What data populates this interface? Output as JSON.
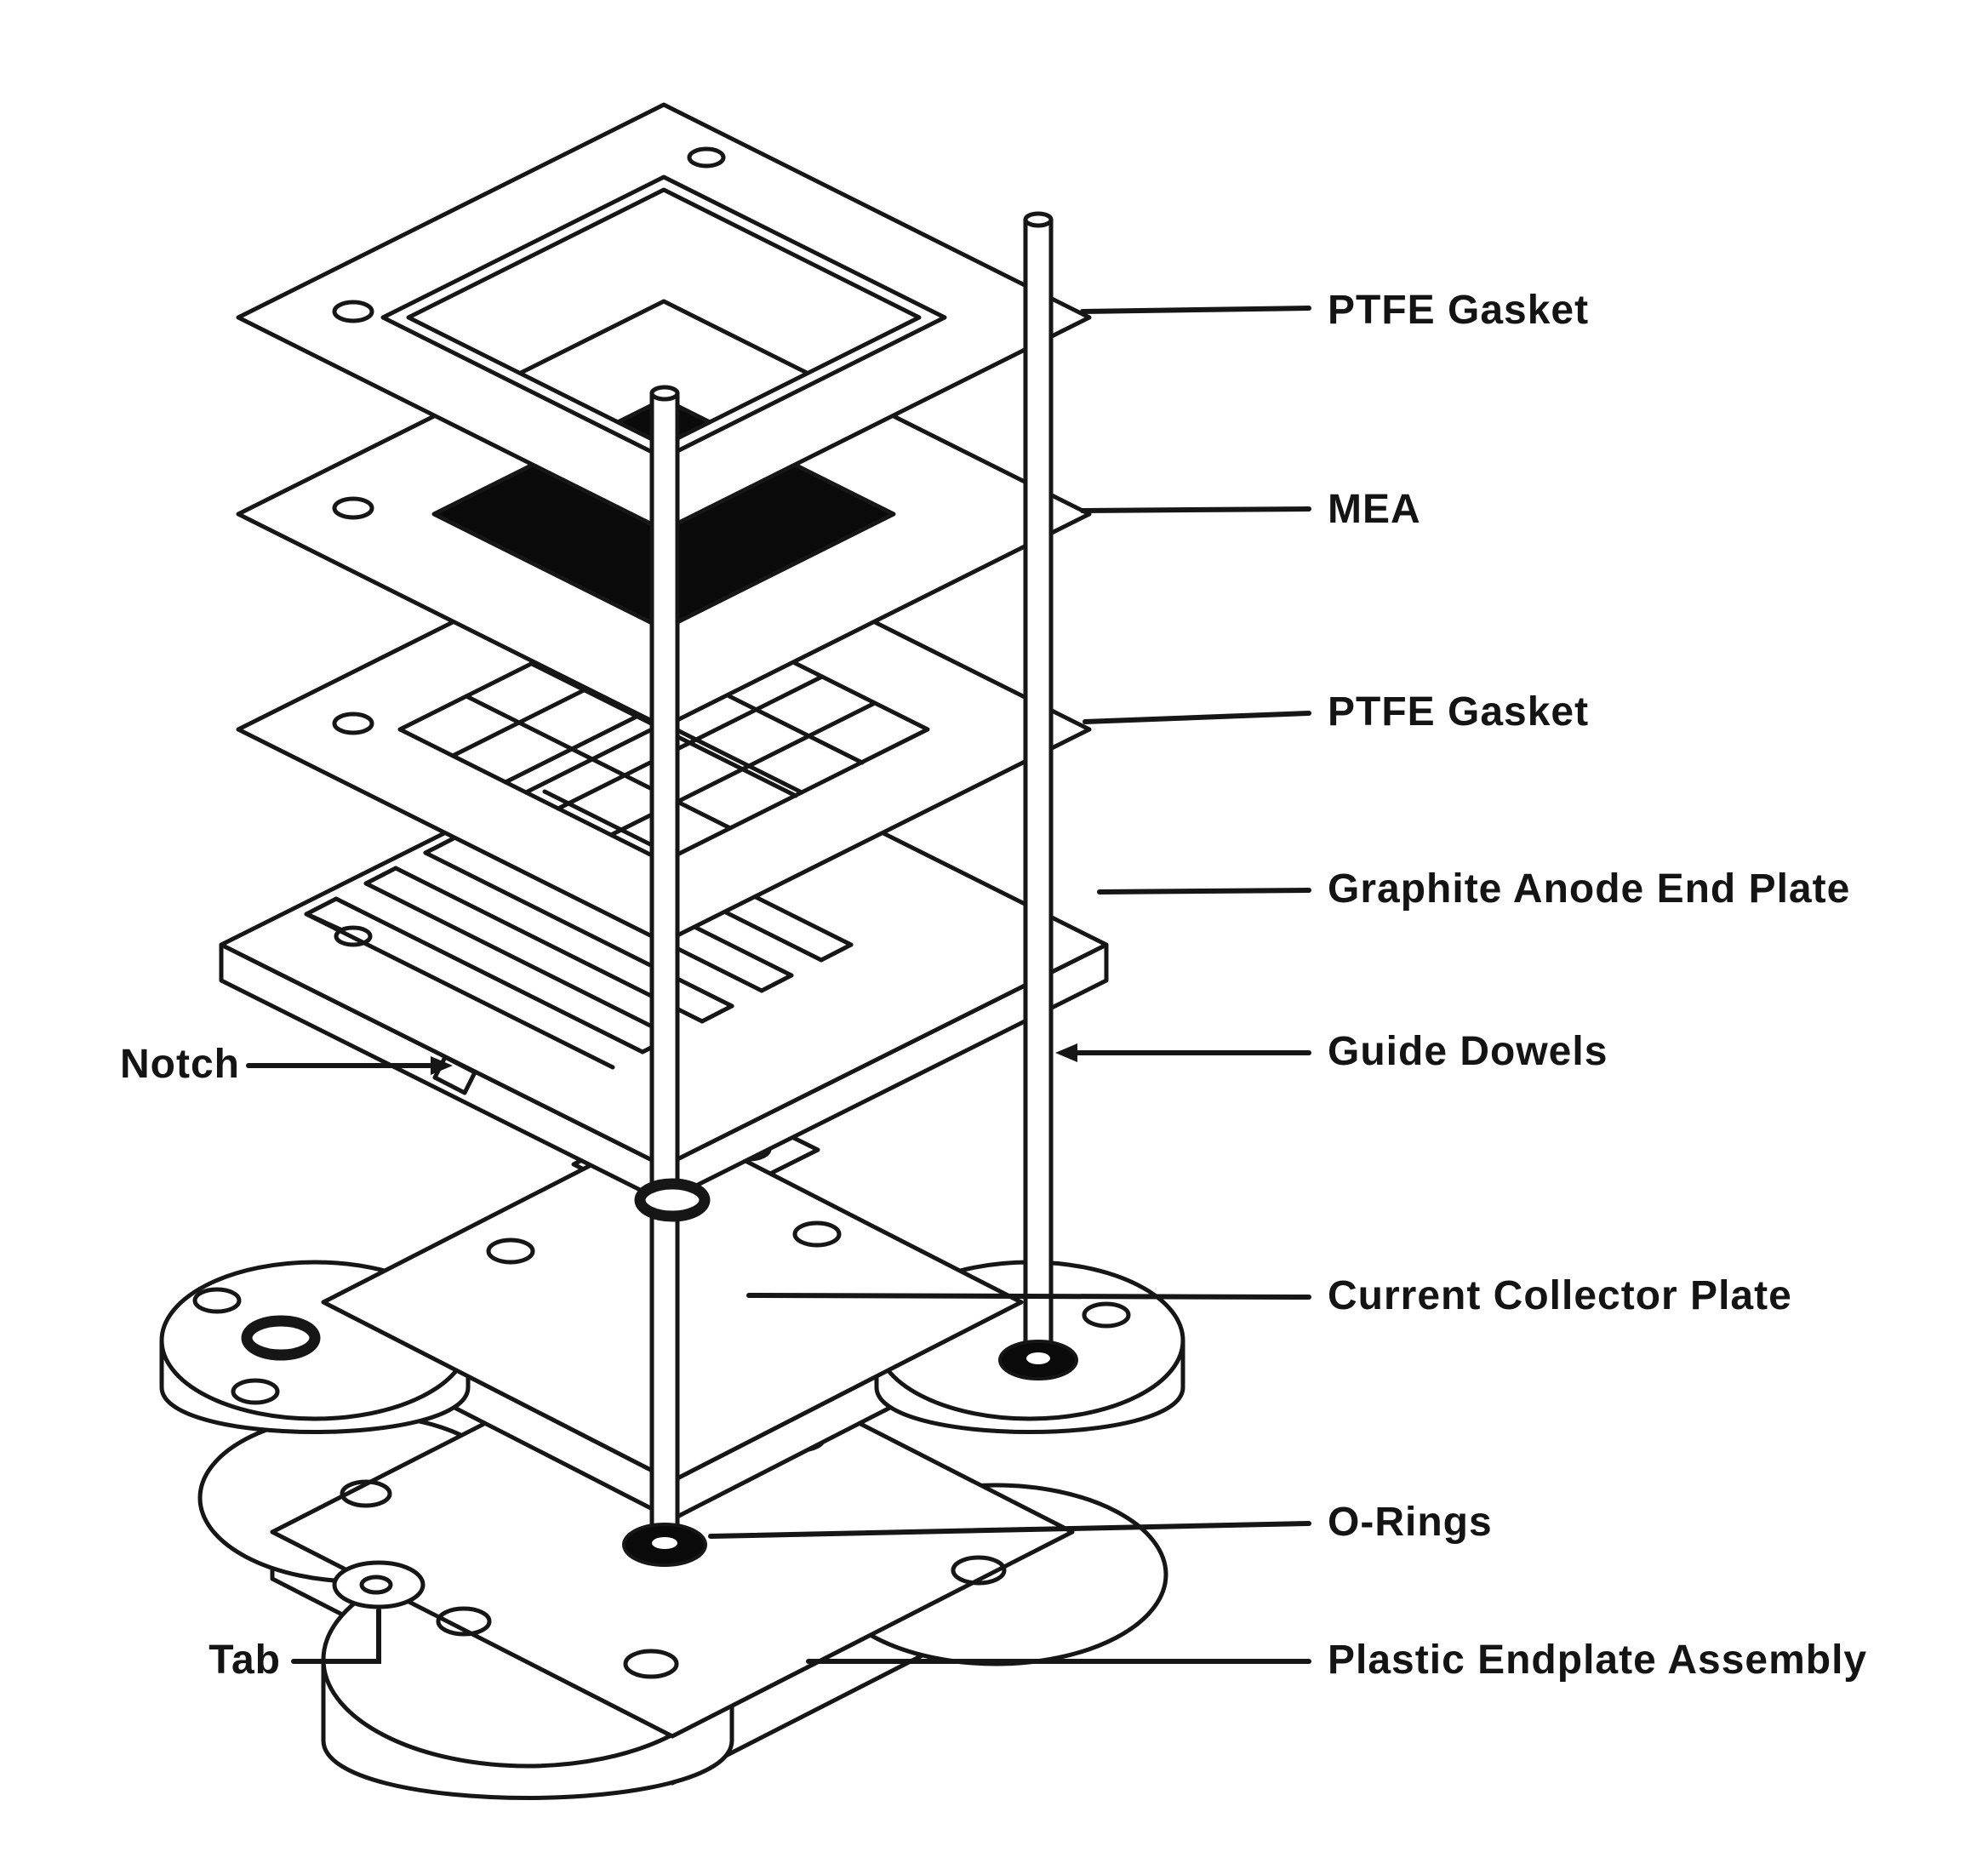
{
  "labels": {
    "ptfe_gasket_top": "PTFE Gasket",
    "mea": "MEA",
    "ptfe_gasket_mid": "PTFE Gasket",
    "graphite_anode_end_plate": "Graphite Anode End Plate",
    "guide_dowels": "Guide Dowels",
    "current_collector_plate": "Current Collector Plate",
    "o_rings": "O-Rings",
    "plastic_endplate_assembly": "Plastic Endplate Assembly",
    "notch": "Notch",
    "tab": "Tab"
  },
  "colors": {
    "line": "#161616",
    "background": "#ffffff",
    "mea_active_area": "#0a0a0a"
  }
}
